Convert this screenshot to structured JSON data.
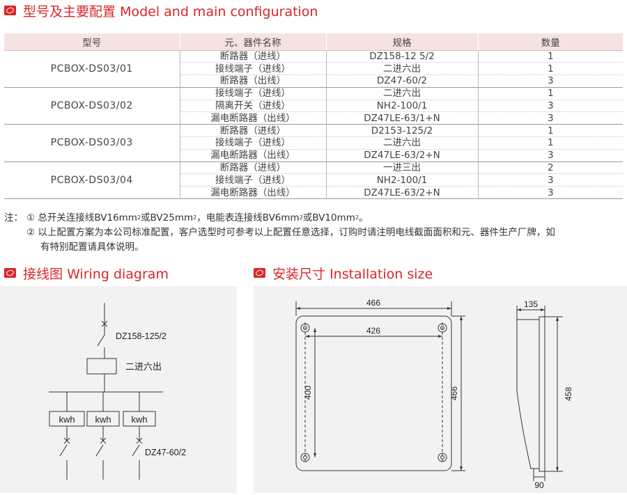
{
  "section1": {
    "title_cn": "型号及主要配置",
    "title_en": "Model and main configuration"
  },
  "table": {
    "headers": [
      "型号",
      "元、器件名称",
      "规格",
      "数量"
    ],
    "groups": [
      {
        "model": "PCBOX-DS03/01",
        "rows": [
          [
            "断路器（进线）",
            "DZ158-12 5/2",
            "1"
          ],
          [
            "接线端子（进线）",
            "二进六出",
            "1"
          ],
          [
            "断路器（出线）",
            "DZ47-60/2",
            "3"
          ]
        ]
      },
      {
        "model": "PCBOX-DS03/02",
        "rows": [
          [
            "接线端子（进线）",
            "二进六出",
            "1"
          ],
          [
            "隔离开关（进线）",
            "NH2-100/1",
            "3"
          ],
          [
            "漏电断路器（出线）",
            "DZ47LE-63/1+N",
            "3"
          ]
        ]
      },
      {
        "model": "PCBOX-DS03/03",
        "rows": [
          [
            "断路器（进线）",
            "D2153-125/2",
            "1"
          ],
          [
            "接线端子（进线）",
            "二进六出",
            "1"
          ],
          [
            "漏电断路器（出线）",
            "DZ47LE-63/2+N",
            "3"
          ]
        ]
      },
      {
        "model": "PCBOX-DS03/04",
        "rows": [
          [
            "断路器（进线）",
            "一进三出",
            "2"
          ],
          [
            "接线端子（进线）",
            "NH2-100/1",
            "3"
          ],
          [
            "漏电断路器（出线）",
            "DZ47LE-63/2+N",
            "3"
          ]
        ]
      }
    ]
  },
  "notes": {
    "label": "注：",
    "note1_prefix": "① 总开关连接线BV16mm",
    "note1_a": "或BV25mm",
    "note1_b": "，电能表连接线BV6mm",
    "note1_c": "或BV10mm",
    "note1_d": "。",
    "sup": "2",
    "note2_line1": "② 以上配置方案为本公司标准配置，客户选型时可参考以上配置任意选择，订购时请注明电线截面面积和元、器件生产厂牌，如",
    "note2_line2": "有特别配置请具体说明。"
  },
  "section2": {
    "title_cn": "接线图",
    "title_en": "Wiring diagram"
  },
  "section3": {
    "title_cn": "安装尺寸",
    "title_en": "Installation size"
  },
  "wiring": {
    "main_breaker": "DZ158-125/2",
    "terminal_label": "二进六出",
    "meter_label": "kwh",
    "branch_breaker": "DZ47-60/2"
  },
  "dimensions": {
    "width_outer": "466",
    "width_inner": "426",
    "height_inner": "400",
    "height_outer": "466",
    "depth_top": "135",
    "depth_bottom": "90",
    "side_height": "458"
  },
  "colors": {
    "accent": "#d9262a",
    "header_bg": "#f6e3e1",
    "panel_bg": "#f2f2f2"
  }
}
